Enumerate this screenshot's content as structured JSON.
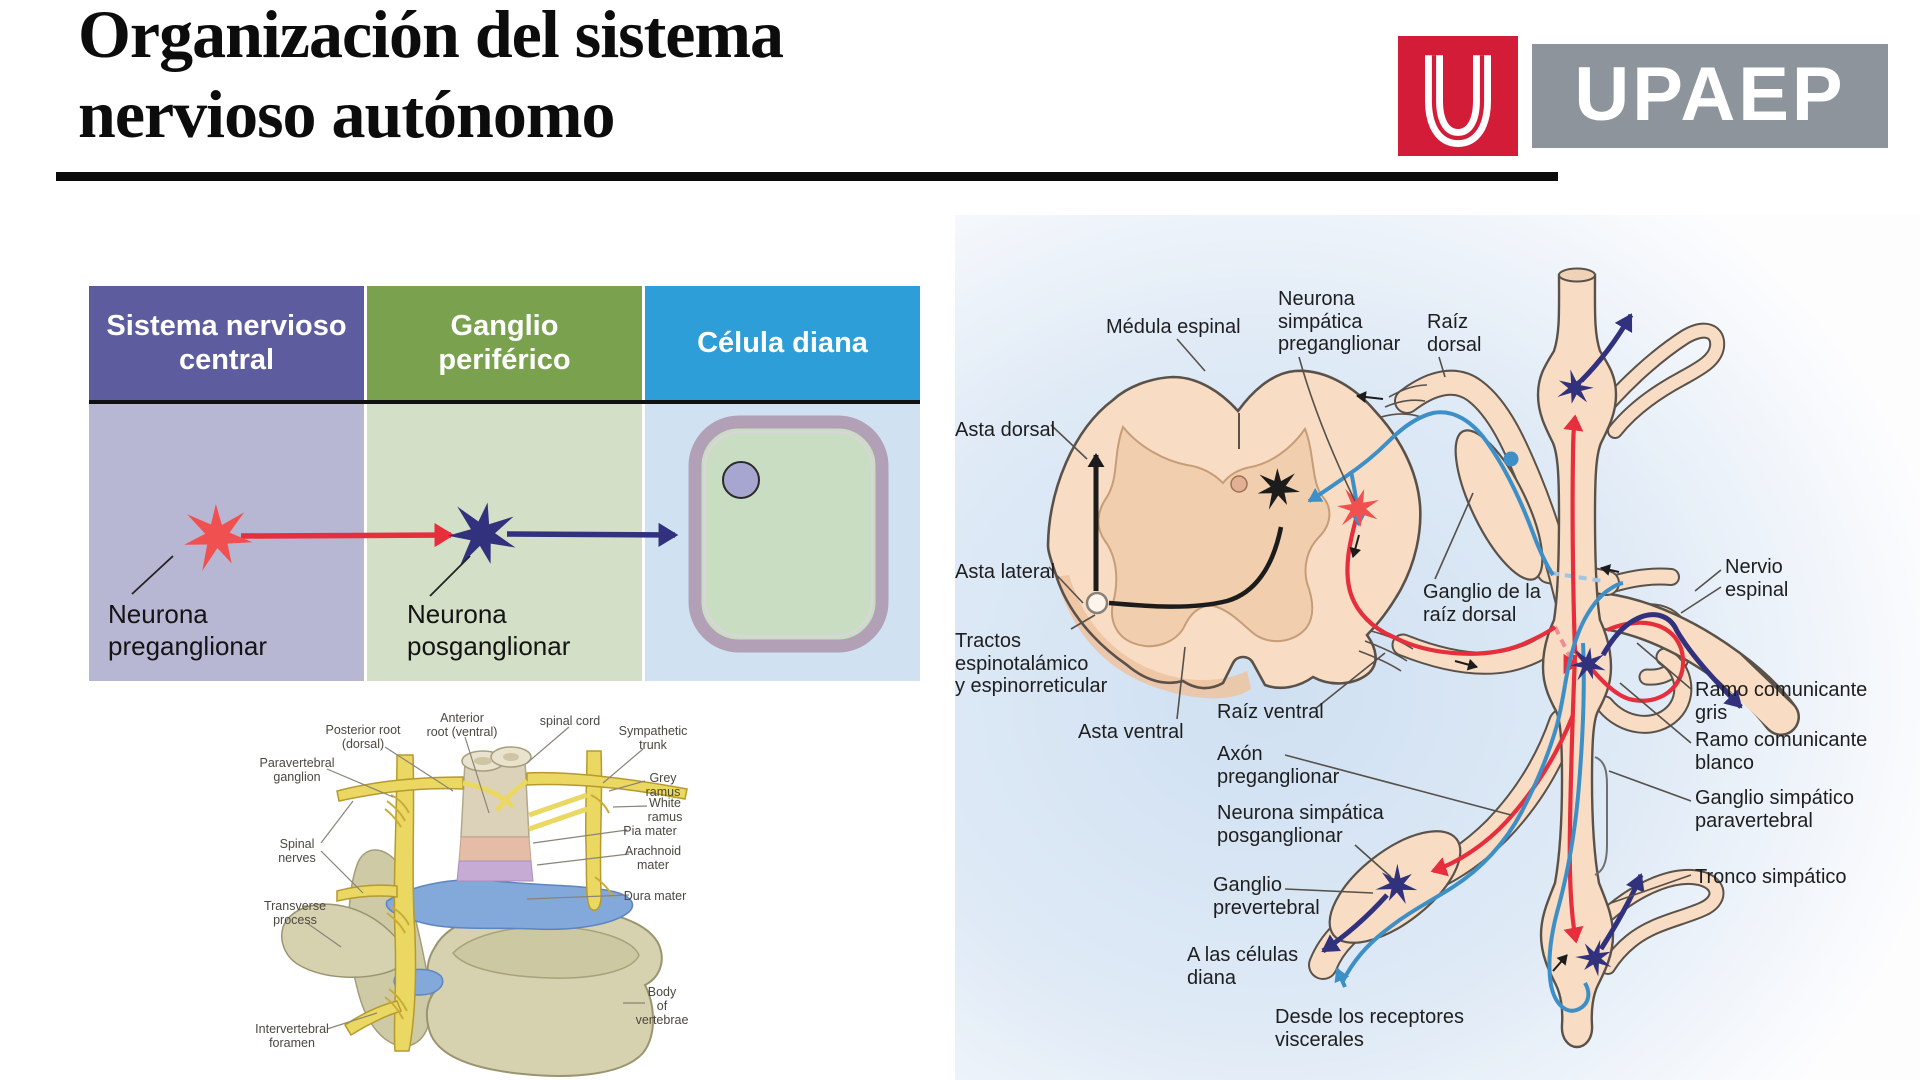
{
  "slide": {
    "title": "Organización del sistema\nnervioso autónomo"
  },
  "logo": {
    "initial": "U",
    "wordmark": "UPAEP"
  },
  "palette": {
    "logo_red": "#d21c38",
    "logo_gray": "#8d949b",
    "tbl_purple": "#5c5c9e",
    "tbl_purple_light": "#b7b7d3",
    "tbl_green": "#7aa24e",
    "tbl_green_light": "#d3dfc6",
    "tbl_blue": "#2d9ed8",
    "tbl_blue_light": "#d0e2f1",
    "cell_fill": "#c9ddc2",
    "cell_border": "#b2a0b6",
    "nucleus": "#a6a6d0",
    "accent_red": "#e62e3c",
    "neuron_red": "#f05050",
    "navy": "#31317e",
    "fiber_blue": "#3d8fc7",
    "black": "#1c1c1c",
    "peach": "#f8dcc3",
    "peach_line": "#5a524a",
    "graymatter": "#f1cfae",
    "graymatter_line": "#c79d78",
    "bone": "#d6d2b0",
    "bone_line": "#9a9470",
    "bone_dark": "#ccc8a2",
    "yellow": "#ead863",
    "yellow_line": "#b69a2e",
    "dura": "#83a8da",
    "dura_line": "#5e85c1",
    "cord_beige": "#dcd2ba",
    "cord_pink": "#e5bda6",
    "cord_purple": "#c6abd4"
  },
  "pathway_table": {
    "columns": [
      {
        "header": "Sistema nervioso\ncentral",
        "label": "Neurona\npreganglionar"
      },
      {
        "header": "Ganglio\nperiférico",
        "label": "Neurona\nposganglionar"
      },
      {
        "header": "Célula diana",
        "label": ""
      }
    ]
  },
  "vertebra_figure": {
    "labels": {
      "posterior_root": "Posterior root\n(dorsal)",
      "anterior_root": "Anterior\nroot (ventral)",
      "spinal_cord": "spinal cord",
      "sympathetic_trunk": "Sympathetic\ntrunk",
      "paravertebral_ganglion": "Paravertebral\nganglion",
      "grey_ramus": "Grey\nramus",
      "white_ramus": "White\nramus",
      "pia_mater": "Pia mater",
      "arachnoid_mater": "Arachnoid\nmater",
      "dura_mater": "Dura mater",
      "spinal_nerves": "Spinal\nnerves",
      "transverse_process": "Transverse\nprocess",
      "intervertebral_foramen": "Intervertebral\nforamen",
      "body_of_vertebrae": "Body\nof\nvertebrae"
    }
  },
  "autonomic_figure": {
    "labels": {
      "medula_espinal": "Médula espinal",
      "neurona_pre": "Neurona\nsimpática\npreganglionar",
      "raiz_dorsal": "Raíz\ndorsal",
      "asta_dorsal": "Asta dorsal",
      "asta_lateral": "Asta lateral",
      "tractos": "Tractos\nespinotalámico\ny espinorreticular",
      "asta_ventral": "Asta ventral",
      "raiz_ventral": "Raíz ventral",
      "axon_pre": "Axón\npreganglionar",
      "neurona_pos": "Neurona simpática\nposganglionar",
      "ganglio_prevertebral": "Ganglio\nprevertebral",
      "a_las_celulas": "A las células\ndiana",
      "desde_receptores": "Desde los receptores\nviscerales",
      "ganglio_raiz_dorsal": "Ganglio de la\nraíz dorsal",
      "nervio_espinal": "Nervio\nespinal",
      "ramo_gris": "Ramo comunicante\ngris",
      "ramo_blanco": "Ramo comunicante\nblanco",
      "ganglio_simpatico": "Ganglio simpático\nparavertebral",
      "tronco_simpatico": "Tronco simpático"
    }
  }
}
